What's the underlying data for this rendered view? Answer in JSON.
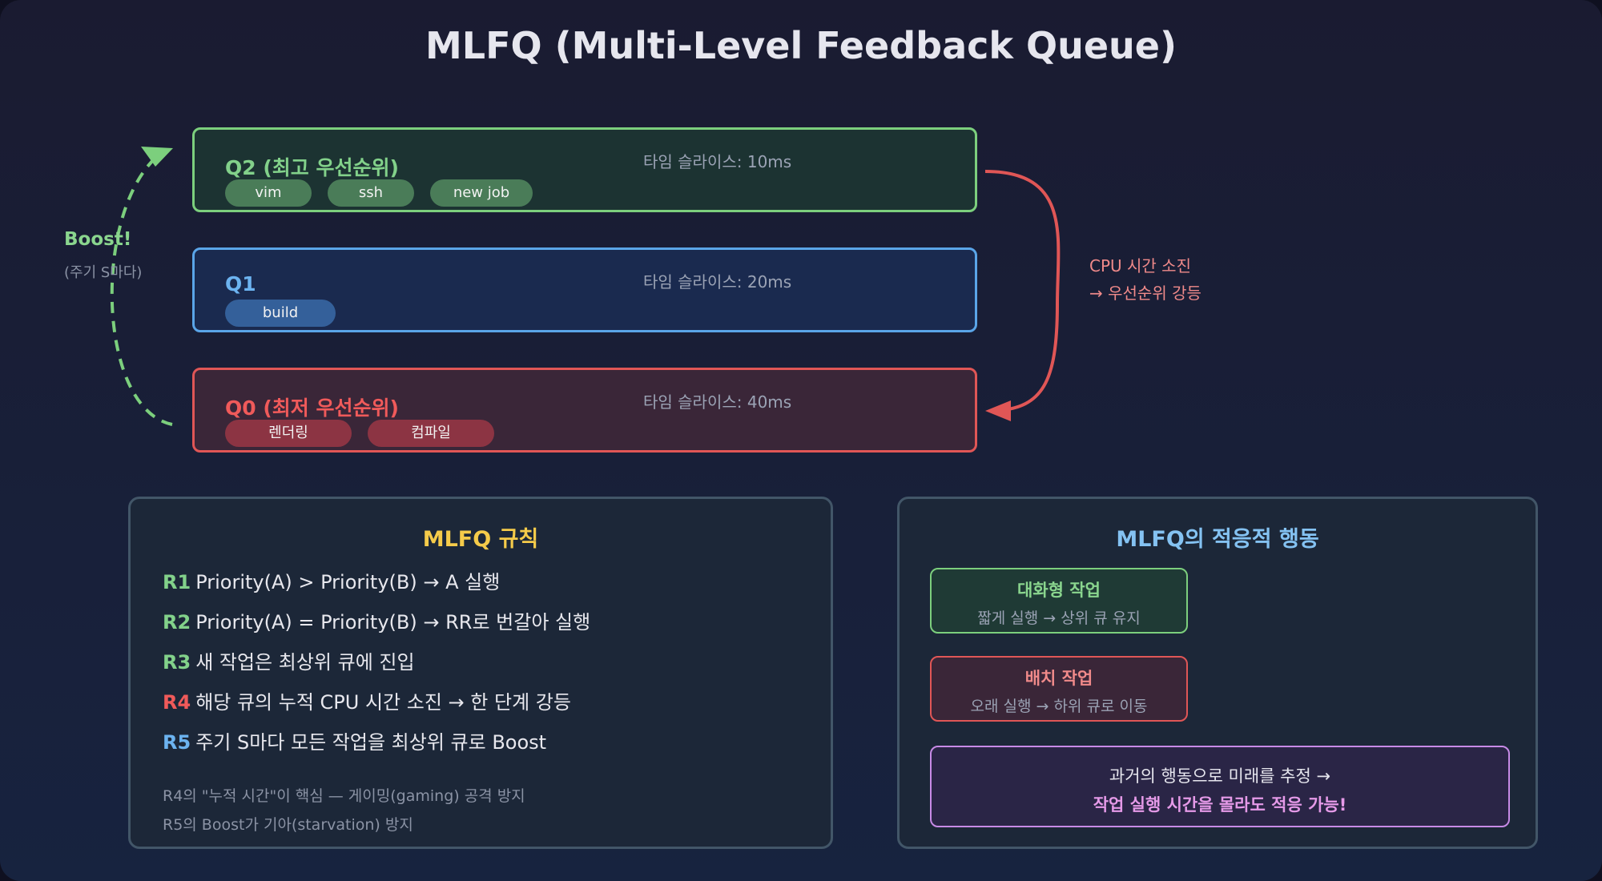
{
  "title": "MLFQ (Multi-Level Feedback Queue)",
  "colors": {
    "q2": "#7ccf7d",
    "q1": "#5aa5e8",
    "q0": "#e05656",
    "boost_arrow": "#7ccf7d",
    "demote_arrow": "#e05656"
  },
  "queues": [
    {
      "label": "Q2 (최고 우선순위)",
      "time_slice": "타임 슬라이스: 10ms",
      "jobs": [
        "vim",
        "ssh",
        "new job"
      ]
    },
    {
      "label": "Q1",
      "time_slice": "타임 슬라이스: 20ms",
      "jobs": [
        "build"
      ]
    },
    {
      "label": "Q0 (최저 우선순위)",
      "time_slice": "타임 슬라이스: 40ms",
      "jobs": [
        "렌더링",
        "컴파일"
      ]
    }
  ],
  "boost": {
    "label": "Boost!",
    "sublabel": "(주기 S마다)"
  },
  "demote": {
    "line1": "CPU 시간 소진",
    "line2": "→ 우선순위 강등"
  },
  "rules": {
    "title": "MLFQ 규칙",
    "items": [
      {
        "id": "R1",
        "text": "Priority(A) > Priority(B) → A 실행",
        "color": "#82d18a"
      },
      {
        "id": "R2",
        "text": "Priority(A) = Priority(B) → RR로 번갈아 실행",
        "color": "#82d18a"
      },
      {
        "id": "R3",
        "text": "새 작업은 최상위 큐에 진입",
        "color": "#82d18a"
      },
      {
        "id": "R4",
        "text": "해당 큐의 누적 CPU 시간 소진 → 한 단계 강등",
        "color": "#f05a5a"
      },
      {
        "id": "R5",
        "text": "주기 S마다 모든 작업을 최상위 큐로 Boost",
        "color": "#6cb3f0"
      }
    ],
    "notes": [
      "R4의 \"누적 시간\"이 핵심 — 게이밍(gaming) 공격 방지",
      "R5의 Boost가 기아(starvation) 방지"
    ]
  },
  "adaptive": {
    "title": "MLFQ의 적응적 행동",
    "interactive": {
      "title": "대화형 작업",
      "desc": "짧게 실행 → 상위 큐 유지"
    },
    "batch": {
      "title": "배치 작업",
      "desc": "오래 실행 → 하위 큐로 이동"
    },
    "summary": {
      "line1": "과거의 행동으로 미래를 추정 →",
      "line2": "작업 실행 시간을 몰라도 적응 가능!"
    }
  }
}
